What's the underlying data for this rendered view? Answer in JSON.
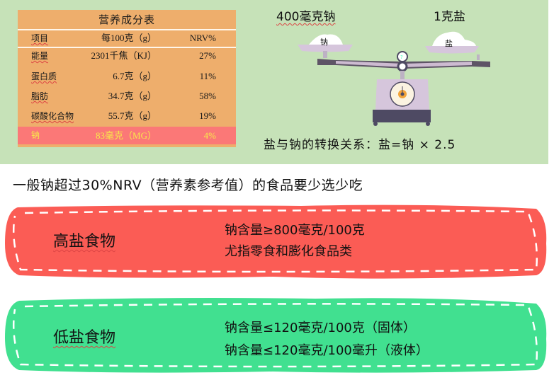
{
  "nutrition_table": {
    "title": "营养成分表",
    "headers": [
      "项目",
      "每100克（g）",
      "NRV%"
    ],
    "rows": [
      {
        "item": "能量",
        "per100": "2301千焦（KJ）",
        "nrv": "27%"
      },
      {
        "item": "蛋白质",
        "per100": "6.7克（g）",
        "nrv": "11%"
      },
      {
        "item": "脂肪",
        "per100": "34.7克（g）",
        "nrv": "58%"
      },
      {
        "item": "碳酸化合物",
        "per100": "55.7克（g）",
        "nrv": "19%"
      },
      {
        "item": "钠",
        "per100": "83毫克（MG）",
        "nrv": "4%",
        "highlighted": true
      }
    ]
  },
  "scale": {
    "left_label": "400毫克钠",
    "right_label": "1克盐",
    "left_pan": "钠",
    "right_pan": "盐",
    "formula": "盐与钠的转换关系：盐=钠 × 2.5"
  },
  "notice": "一般钠超过30%NRV（营养素参考值）的食品要少选少吃",
  "categories": [
    {
      "name": "高盐食物",
      "lines": [
        "钠含量≥800毫克/100克",
        "尤指零食和膨化食品类"
      ],
      "color": "#fb5c55"
    },
    {
      "name": "低盐食物",
      "lines": [
        "钠含量≤120毫克/100克（固体）",
        "钠含量≤120毫克/100毫升（液体）"
      ],
      "color": "#41e090"
    }
  ],
  "colors": {
    "panel_bg": "#c6e2b8",
    "table_bg": "#eeae6c",
    "table_highlight_bg": "#fb7877",
    "table_highlight_text": "#f8e94a",
    "scale_body": "#d6c6dc",
    "scale_dark": "#4e4a63",
    "dial_center": "#f3a43a"
  }
}
